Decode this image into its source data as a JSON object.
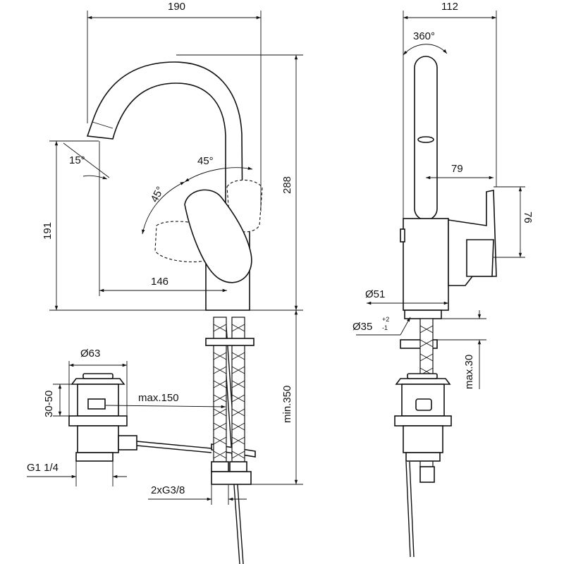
{
  "dimensions": {
    "width_190": "190",
    "width_112": "112",
    "rotation_360": "360°",
    "angle_15": "15°",
    "angle_45_right": "45°",
    "angle_45_left": "45°",
    "depth_79": "79",
    "lever_76": "76",
    "height_288": "288",
    "height_191": "191",
    "reach_146": "146",
    "diameter_51": "Ø51",
    "diameter_35": "Ø35",
    "tol_35_plus": "+2",
    "tol_35_minus": "-1",
    "max_30": "max.30",
    "min_350": "min.350",
    "diameter_63": "Ø63",
    "range_30_50": "30-50",
    "max_150": "max.150",
    "thread_g114": "G1 1/4",
    "thread_2xg38": "2xG3/8"
  }
}
